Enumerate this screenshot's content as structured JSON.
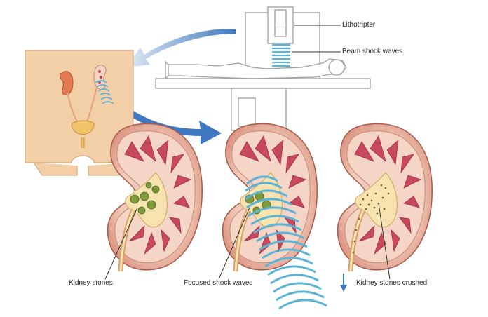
{
  "labels": {
    "lithotripter": "Lithotripter",
    "beam": "Beam shock waves",
    "kidney_stones": "Kidney stones",
    "focused": "Focused shock waves",
    "crushed": "Kidney stones crushed"
  },
  "icons": [
    "lithotripter-machine",
    "patient-on-table",
    "torso-urinary-tract",
    "kidney-with-stones",
    "kidney-with-focused-waves",
    "kidney-with-crushed-stones"
  ],
  "colors": {
    "wave_blue": "#5ab4d8",
    "arrow_blue": "#3f78c0",
    "kidney_outer": "#e9b3a3",
    "kidney_tissue": "#c8485e",
    "stone_green": "#7f9b3a",
    "skin": "#f3cfa8"
  }
}
